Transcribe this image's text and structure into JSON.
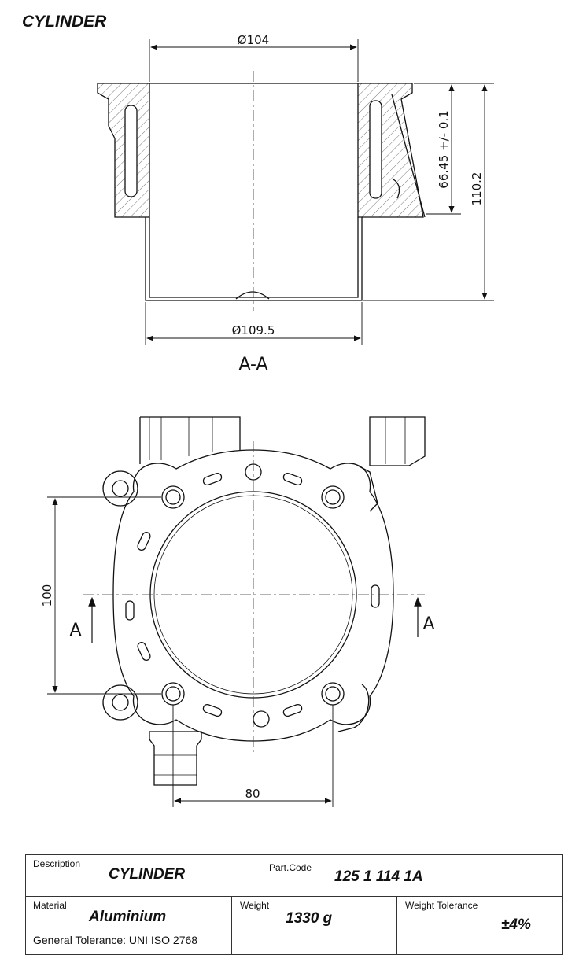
{
  "drawing": {
    "title": "CYLINDER",
    "section_label": "A-A",
    "section_marker": "A",
    "dimensions": {
      "bore_top": "Ø104",
      "bore_bottom": "Ø109.5",
      "height_partial": "66.45 +/- 0.1",
      "height_total": "110.2",
      "bolt_vertical": "100",
      "bolt_horizontal": "80"
    }
  },
  "title_block": {
    "description_label": "Description",
    "description_value": "CYLINDER",
    "part_code_label": "Part.Code",
    "part_code_value": "125 1 114 1A",
    "material_label": "Material",
    "material_value": "Aluminium",
    "general_tolerance": "General Tolerance: UNI ISO 2768",
    "weight_label": "Weight",
    "weight_value": "1330 g",
    "weight_tolerance_label": "Weight Tolerance",
    "weight_tolerance_value": "±4%"
  }
}
